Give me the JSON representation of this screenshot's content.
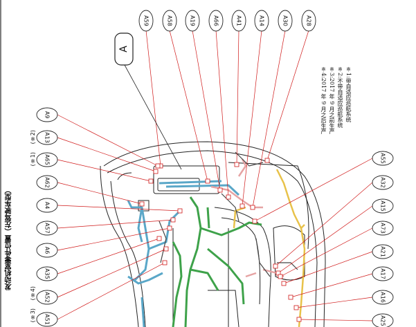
{
  "page": {
    "side_title": "发动机室零件位置（左驾驶车型）",
    "callout": "A"
  },
  "notes": [
    "※1:带自适应巡航系统",
    "※2:不带自适应巡航系统",
    "※3:2017 年 9 月之前生产",
    "※4:2017 年 9 月之后生产"
  ],
  "connectors_top": [
    "A59",
    "A58",
    "A19",
    "A66",
    "A41",
    "A14",
    "A30",
    "A28"
  ],
  "connectors_left": [
    "A9",
    "A13",
    "A65",
    "A62",
    "A4",
    "A57",
    "A6",
    "A35",
    "A52",
    "A51"
  ],
  "connectors_right": [
    "A55",
    "A32",
    "A15",
    "A73",
    "A21",
    "A17",
    "A16",
    "A25"
  ],
  "asterisks": {
    "A13": "(※2)",
    "A65": "(※1)",
    "A52": "(※4)",
    "A51": "(※3)"
  },
  "colors": {
    "leader": "#d01818",
    "harness_blue": "#5aa7c8",
    "harness_green": "#3ea24a",
    "harness_yellow": "#e8c24a",
    "harness_pink": "#e6a3a3",
    "outline": "#222222"
  }
}
